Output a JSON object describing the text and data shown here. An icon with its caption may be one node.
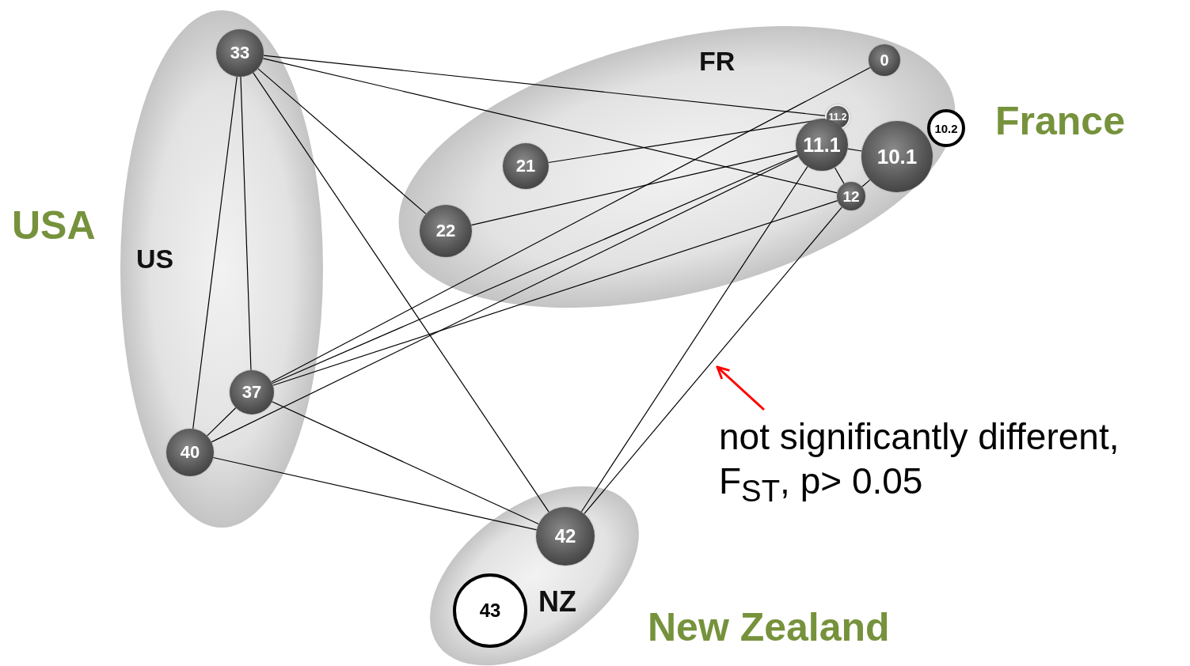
{
  "diagram": {
    "nodes": [
      {
        "text": [
          "US",
          "USA"
        ]
      },
      {
        "text": [
          "33"
        ],
        "in": 0
      },
      {
        "text": [
          "37"
        ],
        "in": 0
      },
      {
        "text": [
          "40"
        ],
        "in": 0
      },
      {
        "text": [
          "FR",
          "France"
        ]
      },
      {
        "text": [
          "0"
        ],
        "in": 4
      },
      {
        "text": [
          "11.2"
        ],
        "in": 4
      },
      {
        "text": [
          "10.2"
        ],
        "in": 4
      },
      {
        "text": [
          "21"
        ],
        "in": 4
      },
      {
        "text": [
          "11.1"
        ],
        "in": 4
      },
      {
        "text": [
          "10.1"
        ],
        "in": 4
      },
      {
        "text": [
          "22"
        ],
        "in": 4
      },
      {
        "text": [
          "12"
        ],
        "in": 4
      },
      {
        "text": [
          "NZ",
          "New Zealand"
        ]
      },
      {
        "text": [
          "42"
        ],
        "in": 13
      },
      {
        "text": [
          "43"
        ],
        "in": 13
      },
      {
        "text": [
          "not significantly different, F$_{ST}$, p> 0.05"
        ]
      }
    ],
    "edges": [
      {
        "from": 1,
        "to": 6,
        "arrow": "none"
      },
      {
        "from": 1,
        "to": 12,
        "arrow": "none"
      },
      {
        "from": 1,
        "to": 11,
        "arrow": "none"
      },
      {
        "from": 1,
        "to": 14,
        "arrow": "none"
      },
      {
        "from": 1,
        "to": 2,
        "arrow": "none"
      },
      {
        "from": 1,
        "to": 3,
        "arrow": "none"
      },
      {
        "from": 8,
        "to": 6,
        "arrow": "none"
      },
      {
        "from": 11,
        "to": 9,
        "arrow": "none"
      },
      {
        "from": 9,
        "to": 10,
        "arrow": "none"
      },
      {
        "from": 9,
        "to": 12,
        "arrow": "none"
      },
      {
        "from": 12,
        "to": 10,
        "arrow": "none"
      },
      {
        "from": 2,
        "to": 5,
        "arrow": "none"
      },
      {
        "from": 2,
        "to": 9,
        "arrow": "none"
      },
      {
        "from": 2,
        "to": 12,
        "arrow": "none"
      },
      {
        "from": 3,
        "to": 9,
        "arrow": "none"
      },
      {
        "from": 9,
        "to": 14,
        "arrow": "none"
      },
      {
        "from": 12,
        "to": 14,
        "arrow": "none"
      },
      {
        "from": 2,
        "to": 3,
        "arrow": "none"
      },
      {
        "from": 2,
        "to": 14,
        "arrow": "none"
      },
      {
        "from": 3,
        "to": 14,
        "arrow": "none"
      },
      {
        "from": 16,
        "to": null,
        "arrow": "to",
        "color": "#ff0000"
      }
    ]
  }
}
